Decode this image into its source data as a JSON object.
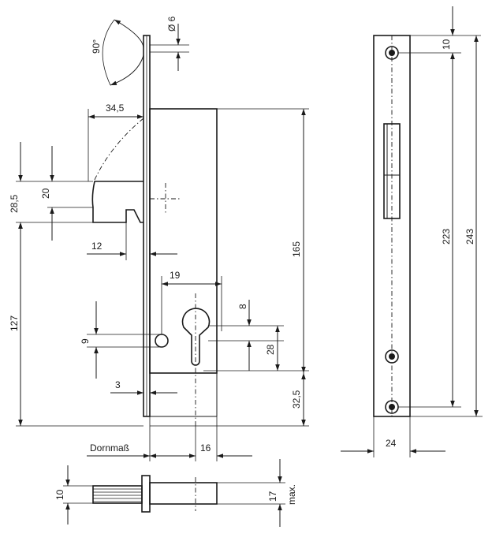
{
  "labels": {
    "angle": "90°",
    "dia6": "Ø 6",
    "d34_5": "34,5",
    "d28_5": "28,5",
    "d20": "20",
    "d12": "12",
    "d165": "165",
    "d19": "19",
    "d8": "8",
    "d9": "9",
    "d28": "28",
    "d127": "127",
    "d3": "3",
    "d32_5": "32,5",
    "dornmass": "Dornmaß",
    "d16": "16",
    "d10_side": "10",
    "d17": "17",
    "max": "max.",
    "d10_top": "10",
    "d223": "223",
    "d243": "243",
    "d24": "24"
  }
}
